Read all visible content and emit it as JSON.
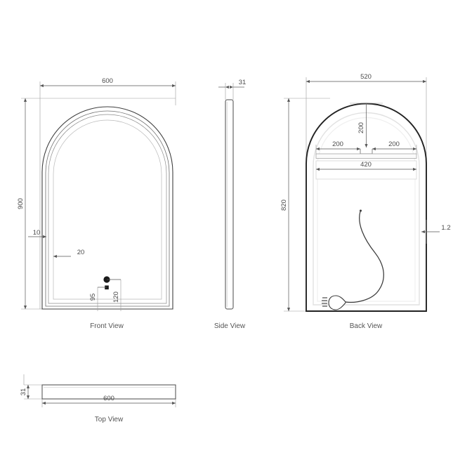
{
  "drawing": {
    "title": "Arched LED Mirror Technical Drawing",
    "units": "mm",
    "line_color": "#4a4a4a",
    "outline_color": "#2b2b2b",
    "faint_color": "#cfcfcf",
    "dim_color": "#555555"
  },
  "views": {
    "front": {
      "label": "Front View",
      "dimensions": {
        "width": "600",
        "height": "900",
        "frame_outer": "10",
        "frame_inner": "20",
        "sensor_offset_x": "95",
        "sensor_offset_y": "120"
      }
    },
    "side": {
      "label": "Side View",
      "dimensions": {
        "thickness": "31"
      }
    },
    "back": {
      "label": "Back View",
      "dimensions": {
        "panel_width": "520",
        "panel_height": "820",
        "light_offset_left": "200",
        "light_offset_right": "200",
        "light_drop": "200",
        "light_width": "420",
        "edge_thickness": "1.2"
      }
    },
    "top": {
      "label": "Top View",
      "dimensions": {
        "width": "600",
        "thickness": "31"
      }
    }
  },
  "annotations": {
    "sensor_icon": "touch-sensor-dot",
    "cable_icon": "power-cable-plug"
  }
}
